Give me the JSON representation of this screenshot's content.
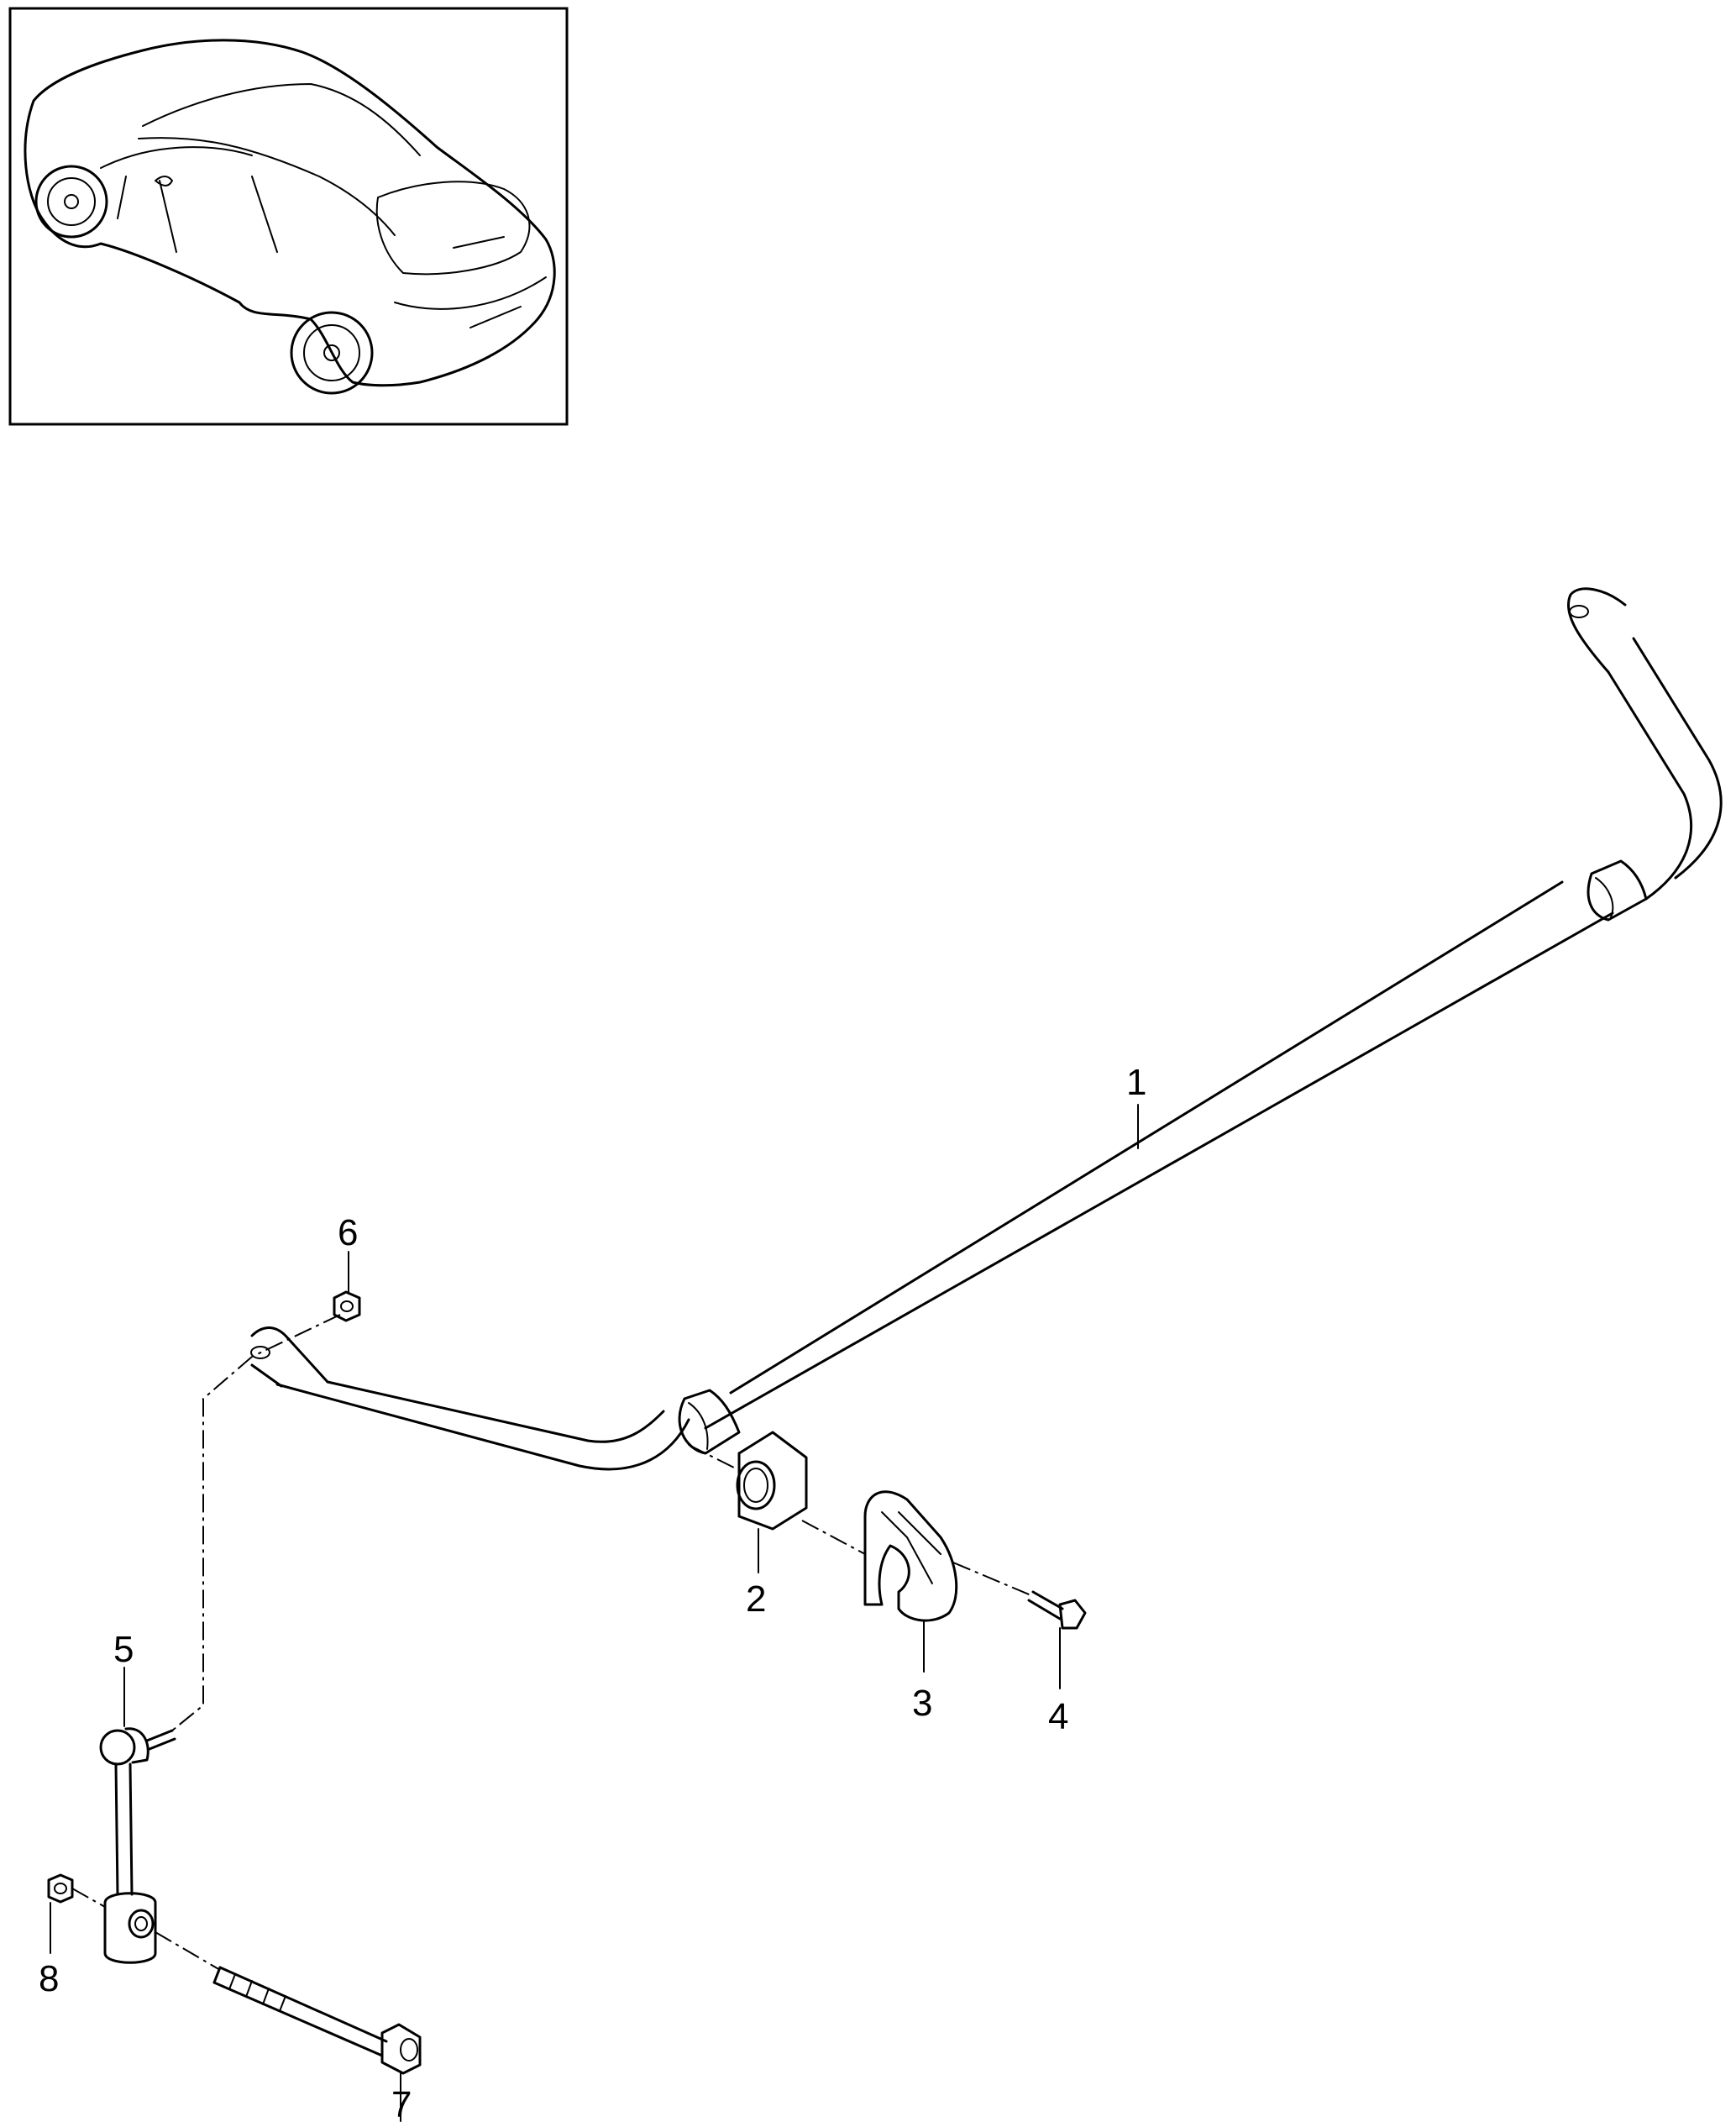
{
  "inset": {
    "icon": "car-rear-three-quarter-view"
  },
  "callouts": {
    "c1": "1",
    "c2": "2",
    "c3": "3",
    "c4": "4",
    "c5": "5",
    "c6": "6",
    "c7": "7",
    "c8": "8"
  },
  "colors": {
    "line": "#000000",
    "background": "#ffffff"
  }
}
